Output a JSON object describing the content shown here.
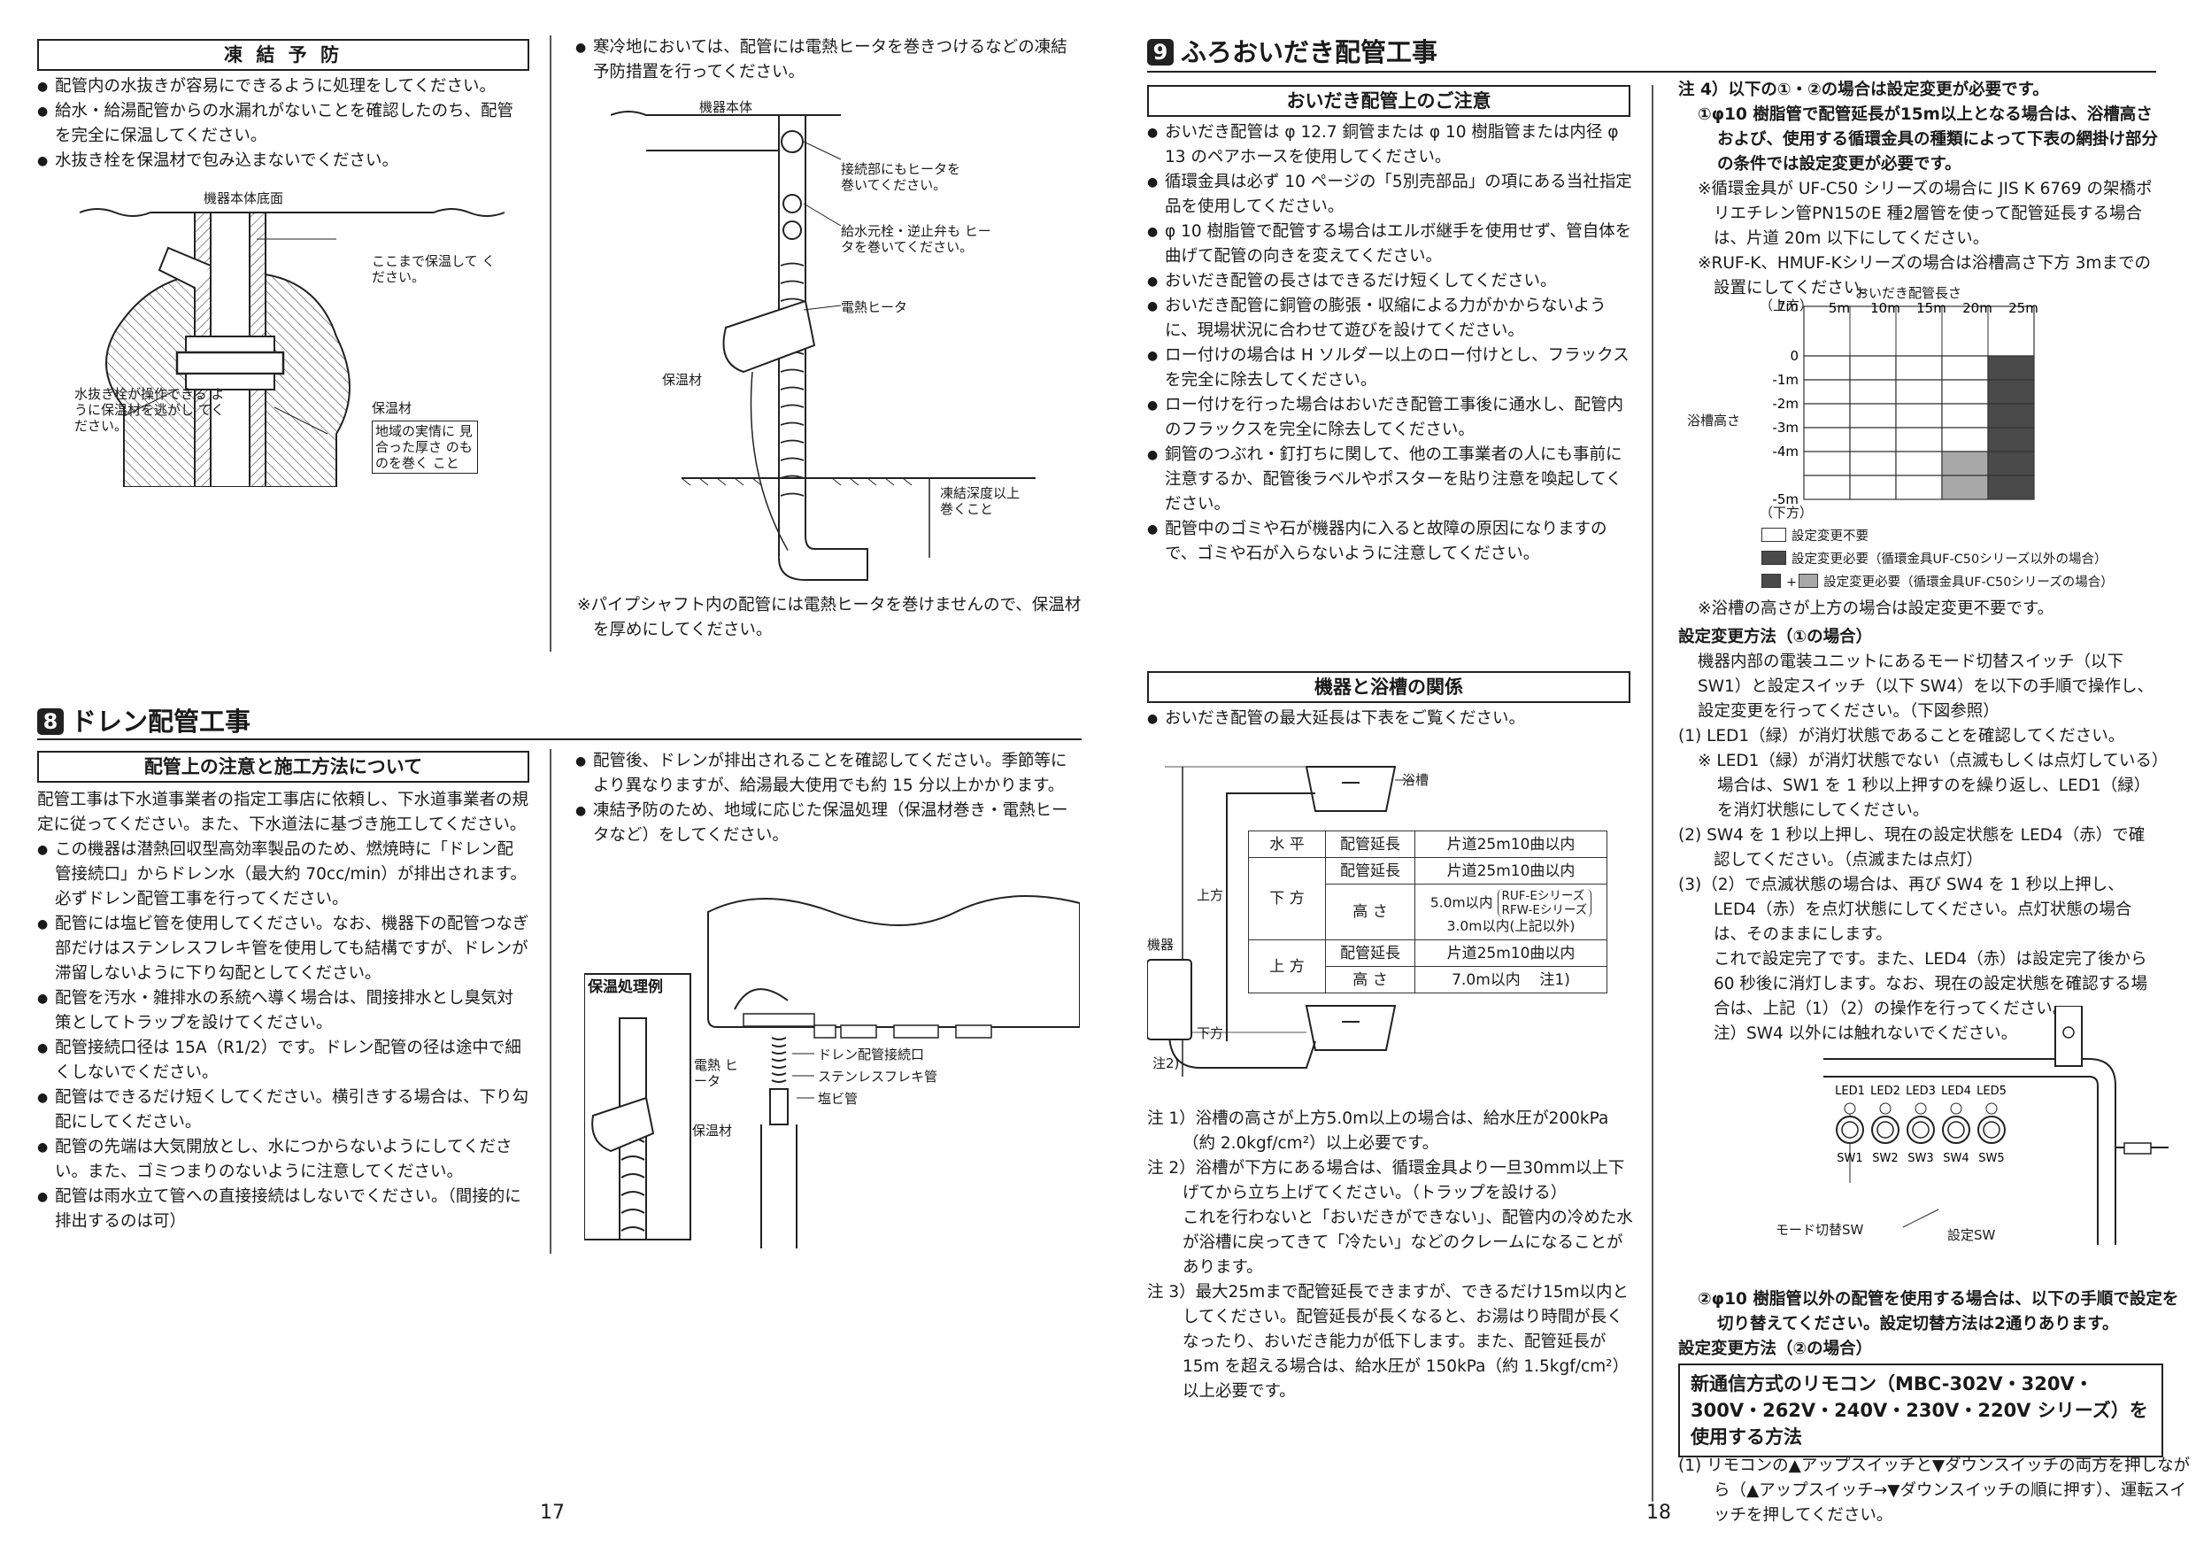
{
  "page_left": {
    "freeze": {
      "title": "凍 結 予 防",
      "bullets": [
        "配管内の水抜きが容易にできるように処理をしてください。",
        "給水・給湯配管からの水漏れがないことを確認したのち、配管を完全に保温してください。",
        "水抜き栓を保温材で包み込まないでください。"
      ],
      "fig1": {
        "bottom_label": "機器本体底面",
        "insulate_here": "ここまで保温して ください。",
        "drain_plug": "水抜き栓が操作できる ように保温材を逃がし てください。",
        "insulation": "保温材",
        "insulation_note": "地域の実情に 見合った厚さ のものを巻く こと"
      },
      "cold_region": "寒冷地においては、配管には電熱ヒータを巻きつけるなどの凍結予防措置を行ってください。",
      "fig2": {
        "body": "機器本体",
        "joint": "接続部にもヒータを 巻いてください。",
        "valve": "給水元栓・逆止弁も ヒータを巻いてください。",
        "heater": "電熱ヒータ",
        "insulation": "保温材",
        "depth": "凍結深度以上 巻くこと"
      },
      "pipe_shaft_note": "※パイプシャフト内の配管には電熱ヒータを巻けませんので、保温材を厚めにしてください。"
    },
    "drain": {
      "num": "8",
      "title": "ドレン配管工事",
      "sub": "配管上の注意と施工方法について",
      "intro": "配管工事は下水道事業者の指定工事店に依頼し、下水道事業者の規定に従ってください。また、下水道法に基づき施工してください。",
      "bullets": [
        "この機器は潜熱回収型高効率製品のため、燃焼時に「ドレン配管接続口」からドレン水（最大約 70cc/min）が排出されます。必ずドレン配管工事を行ってください。",
        "配管には塩ビ管を使用してください。なお、機器下の配管つなぎ部だけはステンレスフレキ管を使用しても結構ですが、ドレンが滞留しないように下り勾配としてください。",
        "配管を汚水・雑排水の系統へ導く場合は、間接排水とし臭気対策としてトラップを設けてください。",
        "配管接続口径は 15A（R1/2）です。ドレン配管の径は途中で細くしないでください。",
        "配管はできるだけ短くしてください。横引きする場合は、下り勾配にしてください。",
        "配管の先端は大気開放とし、水につからないようにしてください。また、ゴミつまりのないように注意してください。",
        "配管は雨水立て管への直接接続はしないでください。（間接的に排出するのは可）"
      ],
      "bullets2": [
        "配管後、ドレンが排出されることを確認してください。季節等により異なりますが、給湯最大使用でも約 15 分以上かかります。",
        "凍結予防のため、地域に応じた保温処理（保温材巻き・電熱ヒータなど）をしてください。"
      ],
      "fig": {
        "example": "保温処理例",
        "heater": "電熱 ヒータ",
        "insulation": "保温材",
        "outlet": "ドレン配管接続口",
        "flex": "ステンレスフレキ管",
        "pvc": "塩ビ管"
      }
    },
    "page_no": "17"
  },
  "page_right": {
    "bath": {
      "num": "9",
      "title": "ふろおいだき配管工事",
      "sub": "おいだき配管上のご注意",
      "bullets": [
        "おいだき配管は φ 12.7 銅管または φ 10 樹脂管または内径 φ 13 のペアホースを使用してください。",
        "循環金具は必ず 10 ページの「5別売部品」の項にある当社指定品を使用してください。",
        "φ 10 樹脂管で配管する場合はエルボ継手を使用せず、管自体を曲げて配管の向きを変えてください。",
        "おいだき配管の長さはできるだけ短くしてください。",
        "おいだき配管に銅管の膨張・収縮による力がかからないように、現場状況に合わせて遊びを設けてください。",
        "ロー付けの場合は H ソルダー以上のロー付けとし、フラックスを完全に除去してください。",
        "ロー付けを行った場合はおいだき配管工事後に通水し、配管内のフラックスを完全に除去してください。",
        "銅管のつぶれ・釘打ちに関して、他の工事業者の人にも事前に注意するか、配管後ラベルやポスターを貼り注意を喚起してください。",
        "配管中のゴミや石が機器内に入ると故障の原因になりますので、ゴミや石が入らないように注意してください。"
      ]
    },
    "relation": {
      "title": "機器と浴槽の関係",
      "intro": "おいだき配管の最大延長は下表をご覧ください。",
      "labels": {
        "bath": "浴槽",
        "device": "機器",
        "up": "上方",
        "down": "下方",
        "note2": "注2)"
      },
      "table": {
        "horizontal": "水 平",
        "below": "下 方",
        "above": "上 方",
        "pipe_len": "配管延長",
        "height": "高 さ",
        "v_pipe": "片道25m10曲以内",
        "below_height_1": "5.0m以内",
        "series_1": "RUF-Eシリーズ",
        "series_2": "RFW-Eシリーズ",
        "below_height_2": "3.0m以内(上記以外)",
        "above_height": "7.0m以内",
        "above_note": "注1)"
      },
      "notes": [
        "注 1）浴槽の高さが上方5.0m以上の場合は、給水圧が200kPa（約 2.0kgf/cm²）以上必要です。",
        "注 2）浴槽が下方にある場合は、循環金具より一旦30mm以上下げてから立ち上げてください。（トラップを設ける）",
        "これを行わないと「おいだきができない」、配管内の冷めた水が浴槽に戻ってきて「冷たい」などのクレームになることがあります。",
        "注 3）最大25mまで配管延長できますが、できるだけ15m以内としてください。配管延長が長くなると、お湯はり時間が長くなったり、おいだき能力が低下します。また、配管延長が15m を超える場合は、給水圧が 150kPa（約 1.5kgf/cm²）以上必要です。"
      ]
    },
    "note4": {
      "title": "注 4）以下の①・②の場合は設定変更が必要です。",
      "item1": "①φ10 樹脂管で配管延長が15m以上となる場合は、浴槽高さおよび、使用する循環金具の種類によって下表の網掛け部分の条件では設定変更が必要です。",
      "sub1": "※循環金具が UF-C50 シリーズの場合に JIS K 6769 の架橋ポリエチレン管PN15のE 種2層管を使って配管延長する場合は、片道 20m 以下にしてください。",
      "sub2": "※RUF-K、HMUF-Kシリーズの場合は浴槽高さ下方 3mまでの設置にしてください。",
      "grid": {
        "title": "おいだき配管長さ",
        "up": "（上方）",
        "down": "（下方）",
        "ylabel": "浴槽高さ",
        "xticks": [
          "5m",
          "10m",
          "15m",
          "20m",
          "25m"
        ],
        "yticks": [
          "7m",
          "0",
          "-1m",
          "-2m",
          "-3m",
          "-4m",
          "-5m"
        ],
        "legend": [
          "設定変更不要",
          "設定変更必要（循環金具UF-C50シリーズ以外の場合）",
          "設定変更必要（循環金具UF-C50シリーズの場合）"
        ],
        "dark": "#4a4a4a",
        "light": "#a8a8a8"
      },
      "upper_note": "※浴槽の高さが上方の場合は設定変更不要です。"
    },
    "method1": {
      "title": "設定変更方法（①の場合）",
      "intro": "機器内部の電装ユニットにあるモード切替スイッチ（以下 SW1）と設定スイッチ（以下 SW4）を以下の手順で操作し、設定変更を行ってください。（下図参照）",
      "s1": "(1) LED1（緑）が消灯状態であることを確認してください。",
      "s1a": "※ LED1（緑）が消灯状態でない（点滅もしくは点灯している）場合は、SW1 を 1 秒以上押すのを繰り返し、LED1（緑）を消灯状態にしてください。",
      "s2": "(2) SW4 を 1 秒以上押し、現在の設定状態を LED4（赤）で確認してください。（点滅または点灯）",
      "s3": "(3)（2）で点滅状態の場合は、再び SW4 を 1 秒以上押し、LED4（赤）を点灯状態にしてください。点灯状態の場合は、そのままにします。",
      "s4": "これで設定完了です。また、LED4（赤）は設定完了後から 60 秒後に消灯します。なお、現在の設定状態を確認する場合は、上記（1）（2）の操作を行ってください。",
      "s5": "注）SW4 以外には触れないでください。",
      "fig": {
        "leds": [
          "LED1",
          "LED2",
          "LED3",
          "LED4",
          "LED5"
        ],
        "sws": [
          "SW1",
          "SW2",
          "SW3",
          "SW4",
          "SW5"
        ],
        "mode": "モード切替SW",
        "setting": "設定SW"
      }
    },
    "item2": "②φ10 樹脂管以外の配管を使用する場合は、以下の手順で設定を切り替えてください。設定切替方法は2通りあります。",
    "method2": {
      "title": "設定変更方法（②の場合）",
      "box": "新通信方式のリモコン（MBC-302V・320V・300V・262V・240V・230V・220V シリーズ）を使用する方法",
      "s1": "(1) リモコンの▲アップスイッチと▼ダウンスイッチの両方を押しながら（▲アップスイッチ→▼ダウンスイッチの順に押す）、運転スイッチを押してください。"
    },
    "page_no": "18"
  }
}
